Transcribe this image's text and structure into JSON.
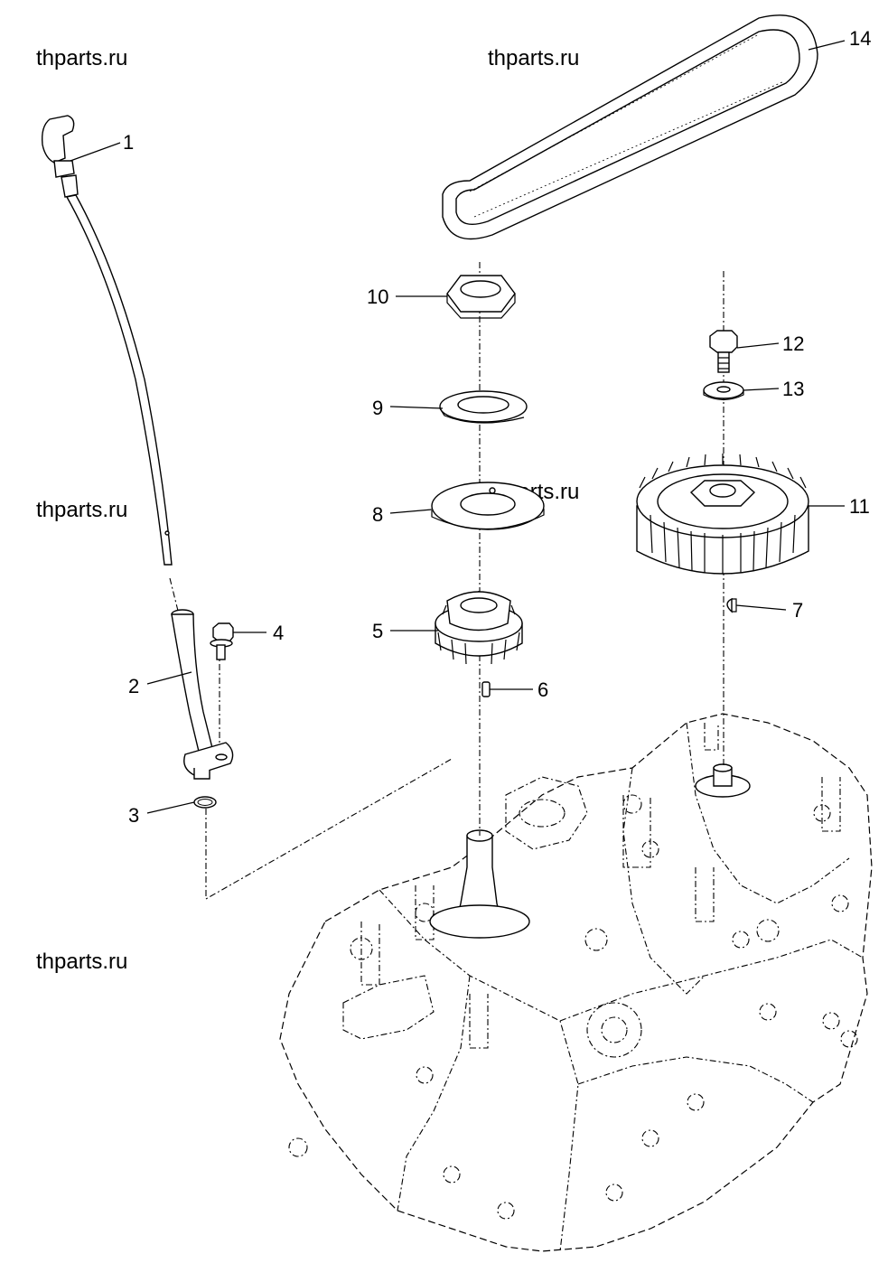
{
  "watermark": "thparts.ru",
  "callouts": [
    "1",
    "2",
    "3",
    "4",
    "5",
    "6",
    "7",
    "8",
    "9",
    "10",
    "11",
    "12",
    "13",
    "14"
  ],
  "parts": [
    {
      "id": "1",
      "name": "dipstick"
    },
    {
      "id": "2",
      "name": "dipstick-guide-tube"
    },
    {
      "id": "3",
      "name": "o-ring"
    },
    {
      "id": "4",
      "name": "bolt"
    },
    {
      "id": "5",
      "name": "drive-sprocket"
    },
    {
      "id": "6",
      "name": "dowel-pin"
    },
    {
      "id": "7",
      "name": "woodruff-key"
    },
    {
      "id": "8",
      "name": "plate-washer"
    },
    {
      "id": "9",
      "name": "lock-washer"
    },
    {
      "id": "10",
      "name": "nut"
    },
    {
      "id": "11",
      "name": "driven-pulley"
    },
    {
      "id": "12",
      "name": "bolt"
    },
    {
      "id": "13",
      "name": "washer"
    },
    {
      "id": "14",
      "name": "timing-belt"
    }
  ]
}
